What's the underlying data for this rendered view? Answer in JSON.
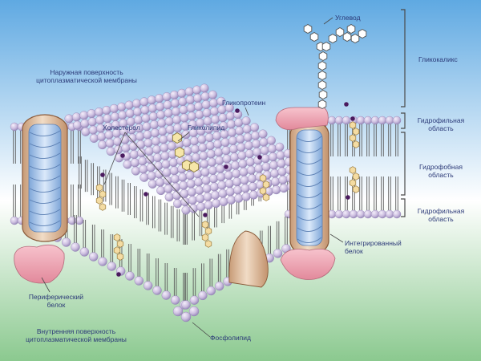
{
  "labels": {
    "outer_surface_1": "Наружная поверхность",
    "outer_surface_2": "цитоплазматической мембраны",
    "carbohydrate": "Углевод",
    "glycocalyx": "Гликокаликс",
    "glycoprotein": "Гликопротеин",
    "cholesterol": "Холестерол",
    "glycolipid": "Гликолипид",
    "hydrophilic_top_1": "Гидрофильная",
    "hydrophilic_top_2": "область",
    "hydrophobic_1": "Гидрофобная",
    "hydrophobic_2": "область",
    "hydrophilic_bottom_1": "Гидрофильная",
    "hydrophilic_bottom_2": "область",
    "integral_protein_1": "Интегрированный",
    "integral_protein_2": "белок",
    "peripheral_protein_1": "Периферический",
    "peripheral_protein_2": "белок",
    "inner_surface_1": "Внутренняя поверхность",
    "inner_surface_2": "цитоплазматической мембраны",
    "phospholipid": "Фосфолипид"
  },
  "colors": {
    "sky_top": "#5fa9e2",
    "sky_bottom": "#ffffff",
    "ground_top": "#ffffff",
    "ground_bottom": "#8bc98f",
    "head": "#cdbfe0",
    "head_dark": "#8f7fb3",
    "head_light": "#f2ecfa",
    "protein": "#e3c6a6",
    "protein_edge": "#8a5a3a",
    "helix": "#a9c8ee",
    "peripheral": "#f0a8b6",
    "cholesterol": "#f4dca3",
    "dot": "#4a1a5e",
    "label": "#2c3a78",
    "bracket": "#4a4a4a"
  }
}
